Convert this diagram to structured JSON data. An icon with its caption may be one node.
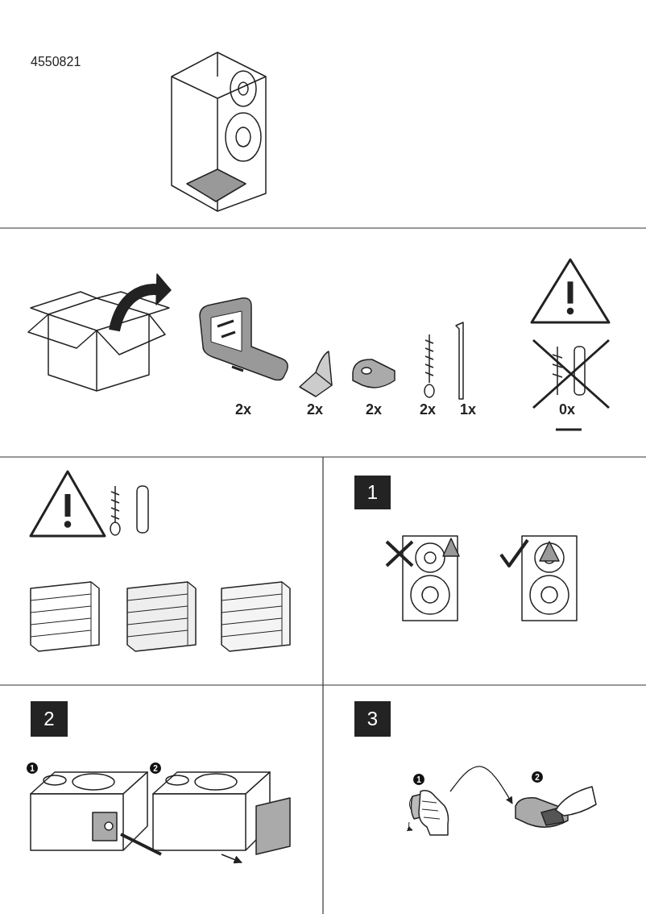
{
  "diagram": {
    "nodes": [
      {
        "text": [
          "1"
        ]
      },
      {
        "text": [
          "2"
        ]
      },
      {
        "text": [
          "3"
        ]
      },
      {
        "text": [
          "1"
        ]
      },
      {
        "text": [
          "2"
        ]
      },
      {
        "text": [
          "1"
        ]
      },
      {
        "text": [
          "2"
        ]
      },
      {
        "text": [],
        "shape": "picture"
      },
      {
        "text": [],
        "shape": "picture"
      }
    ],
    "edges": [
      {
        "from": 7,
        "to": 8,
        "arrow": "to"
      }
    ],
    "labels": [
      "4550821",
      "2x",
      "2x",
      "2x",
      "2x",
      "1x",
      "0x"
    ]
  }
}
